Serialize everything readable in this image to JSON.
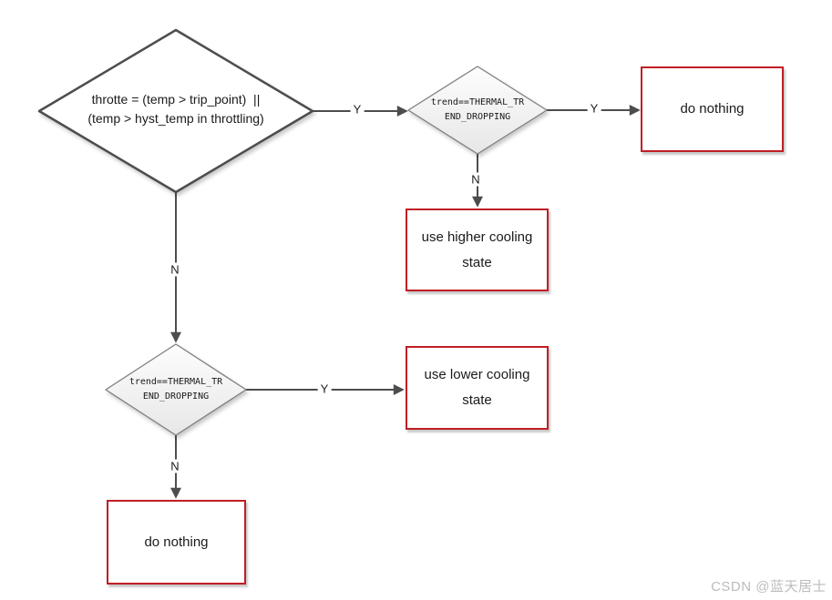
{
  "watermark": "CSDN @蓝天居士",
  "colors": {
    "action_box_border": "#c01e24",
    "connector": "#4d4d4d",
    "decision_border_large": "#4d4d4d",
    "decision_border_small": "#7f7f7f",
    "decision_fill_top": "#fdfdfd",
    "decision_fill_bottom": "#e7e7e7",
    "text": "#1a1a1a",
    "watermark_text": "#bcbcbc"
  },
  "nodes": {
    "decision_main": {
      "type": "decision",
      "label": "throtte = (temp > trip_point)  ||\n(temp > hyst_temp in throttling)"
    },
    "decision_trend_top": {
      "type": "decision",
      "label": "trend==THERMAL_TR\nEND_DROPPING"
    },
    "decision_trend_bottom": {
      "type": "decision",
      "label": "trend==THERMAL_TR\nEND_DROPPING"
    },
    "box_do_nothing_top": {
      "type": "action",
      "label": "do nothing"
    },
    "box_use_higher": {
      "type": "action",
      "label": "use higher cooling\nstate"
    },
    "box_use_lower": {
      "type": "action",
      "label": "use lower cooling\nstate"
    },
    "box_do_nothing_bottom": {
      "type": "action",
      "label": "do nothing"
    }
  },
  "edges": {
    "main_to_trend_top": {
      "label": "Y"
    },
    "trend_top_to_do_nothing": {
      "label": "Y"
    },
    "trend_top_to_use_higher": {
      "label": "N"
    },
    "main_to_trend_bottom": {
      "label": "N"
    },
    "trend_bottom_to_use_lower": {
      "label": "Y"
    },
    "trend_bottom_to_do_nothing": {
      "label": "N"
    }
  }
}
